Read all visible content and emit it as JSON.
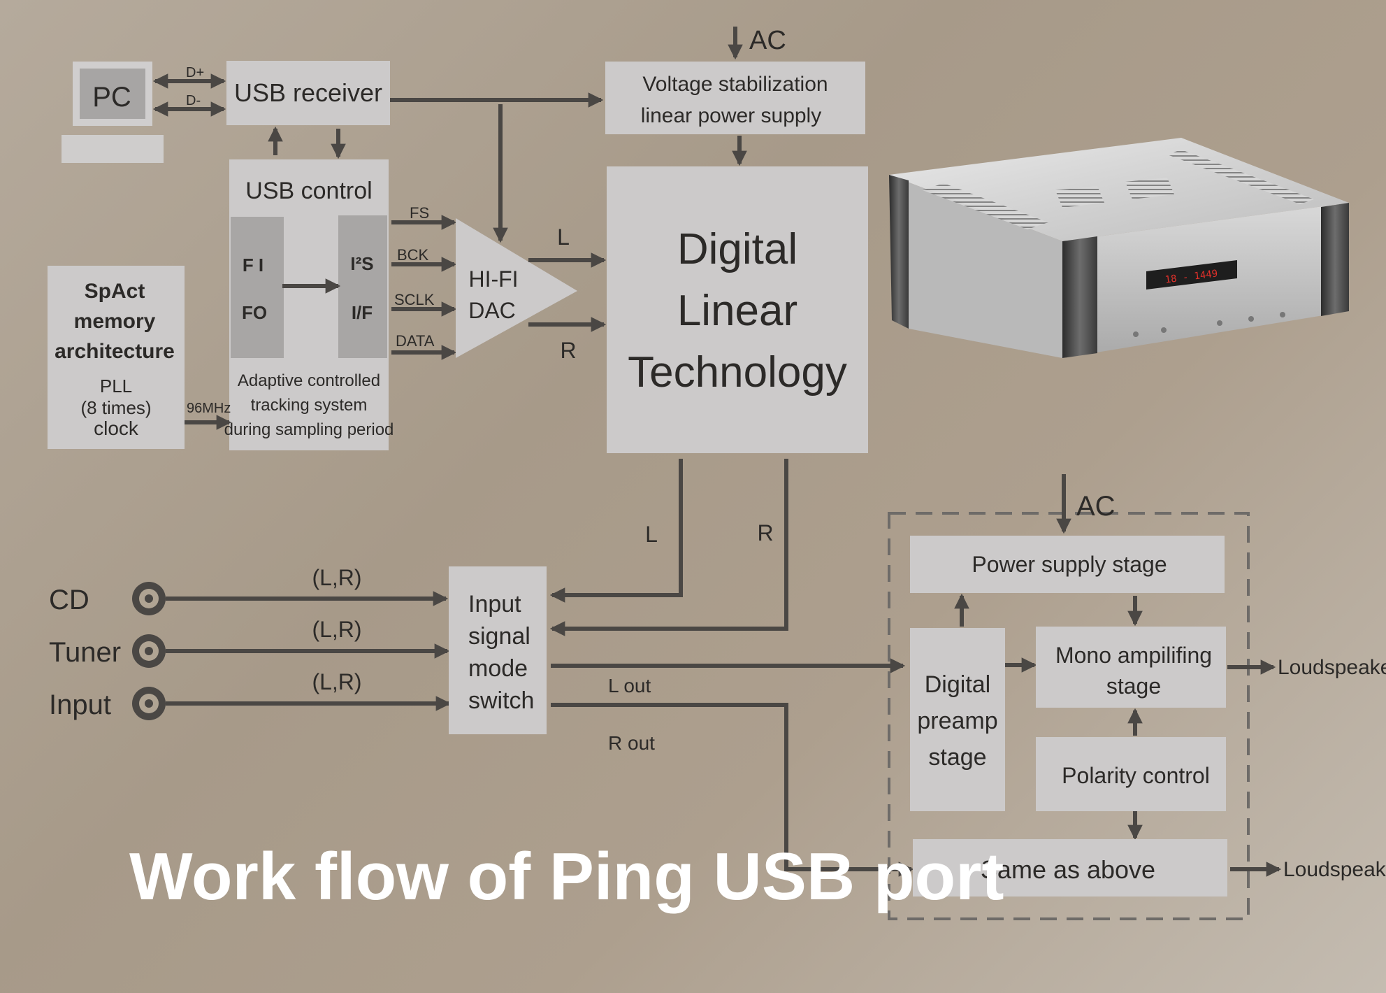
{
  "title": "Work flow of Ping USB port",
  "blocks": {
    "pc": "PC",
    "usb_receiver": "USB receiver",
    "usb_control": "USB control",
    "fifo_top": "F I",
    "fifo_bottom": "FO",
    "i2s_top": "I²S",
    "i2s_bottom": "I/F",
    "adaptive_lines": [
      "Adaptive controlled",
      "tracking system",
      "during sampling period"
    ],
    "spact_lines": [
      "SpAct",
      "memory",
      "architecture"
    ],
    "pll_lines": [
      "PLL",
      "(8 times)",
      "clock"
    ],
    "dac_lines": [
      "HI-FI",
      "DAC"
    ],
    "voltage_lines": [
      "Voltage stabilization",
      "linear power supply"
    ],
    "dlt_lines": [
      "Digital",
      "Linear",
      "Technology"
    ],
    "input_switch_lines": [
      "Input",
      "signal",
      "mode",
      "switch"
    ],
    "power_supply_stage": "Power supply stage",
    "digital_preamp_lines": [
      "Digital",
      "preamp",
      "stage"
    ],
    "mono_amp_lines": [
      "Mono ampilifing",
      "stage"
    ],
    "polarity_control": "Polarity control",
    "same_as_above": "Same as above"
  },
  "signals": {
    "d_plus": "D+",
    "d_minus": "D-",
    "fs": "FS",
    "bck": "BCK",
    "sclk": "SCLK",
    "data": "DATA",
    "clock_freq": "96MHz",
    "dac_l": "L",
    "dac_r": "R",
    "dlt_l": "L",
    "dlt_r": "R",
    "ac_top": "AC",
    "ac_amp": "AC",
    "l_out": "L out",
    "r_out": "R out",
    "loudspeaker_1": "Loudspeaker",
    "loudspeaker_2": "Loudspeaker"
  },
  "inputs": [
    {
      "label": "CD",
      "channel": "(L,R)"
    },
    {
      "label": "Tuner",
      "channel": "(L,R)"
    },
    {
      "label": "Input",
      "channel": "(L,R)"
    }
  ],
  "device_display": "18 - 1449",
  "colors": {
    "background": "#ad9f8e",
    "box": "#cccaca",
    "box_dark": "#a8a6a5",
    "line": "#4a4744",
    "title": "#ffffff"
  }
}
